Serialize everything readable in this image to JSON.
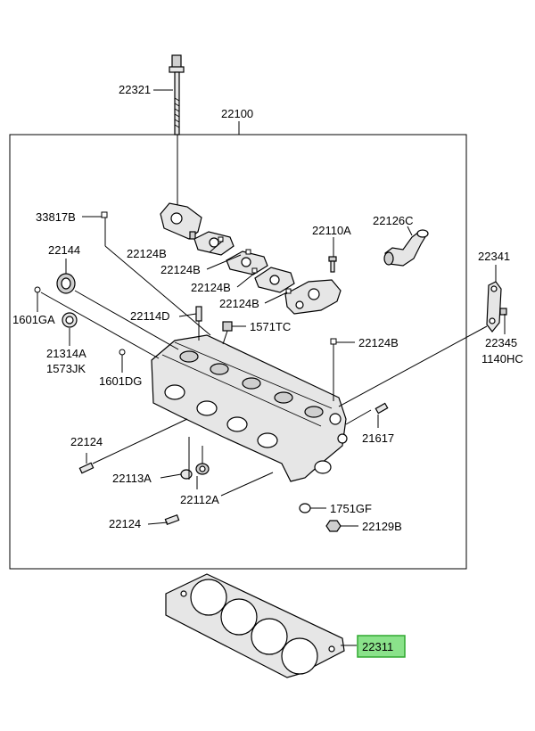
{
  "labels": {
    "l22321": "22321",
    "l22100": "22100",
    "l33817B": "33817B",
    "l22124B_1": "22124B",
    "l22124B_2": "22124B",
    "l22124B_3": "22124B",
    "l22124B_4": "22124B",
    "l22124B_5": "22124B",
    "l22110A": "22110A",
    "l22126C": "22126C",
    "l22144": "22144",
    "l22341": "22341",
    "l1601GA": "1601GA",
    "l22114D": "22114D",
    "l1571TC": "1571TC",
    "l21314A": "21314A",
    "l1573JK": "1573JK",
    "l22345": "22345",
    "l1140HC": "1140HC",
    "l1601DG": "1601DG",
    "l22124_1": "22124",
    "l21617": "21617",
    "l22113A": "22113A",
    "l22112A": "22112A",
    "l1751GF": "1751GF",
    "l22124_2": "22124",
    "l22129B": "22129B",
    "l22311": "22311"
  },
  "colors": {
    "highlight_fill": "#8ae28a",
    "highlight_border": "#2fa82f",
    "line": "#000000",
    "part_fill": "#e6e6e6"
  }
}
